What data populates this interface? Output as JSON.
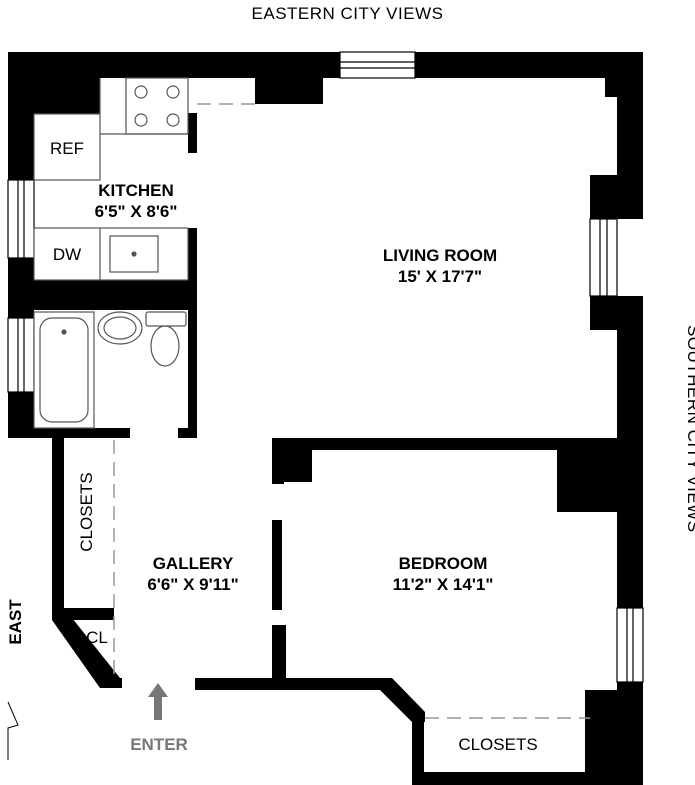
{
  "compass": {
    "north_label": "EASTERN CITY VIEWS",
    "east_label": "SOUTHERN CITY VIEWS",
    "west_label": "EAST"
  },
  "rooms": {
    "kitchen": {
      "name": "KITCHEN",
      "dims": "6'5\" X 8'6\""
    },
    "living": {
      "name": "LIVING ROOM",
      "dims": "15' X 17'7\""
    },
    "gallery": {
      "name": "GALLERY",
      "dims": "6'6\" X 9'11\""
    },
    "bedroom": {
      "name": "BEDROOM",
      "dims": "11'2\" X 14'1\""
    }
  },
  "fixtures": {
    "ref": "REF",
    "dw": "DW",
    "closets_gallery": "CLOSETS",
    "cl": "CL",
    "closets_bedroom": "CLOSETS"
  },
  "entry": {
    "label": "ENTER",
    "arrow_color": "#777777"
  },
  "colors": {
    "wall": "#000000",
    "fixture_fill": "#ffffff",
    "fixture_stroke": "#555555",
    "door_dash": "#999999"
  }
}
